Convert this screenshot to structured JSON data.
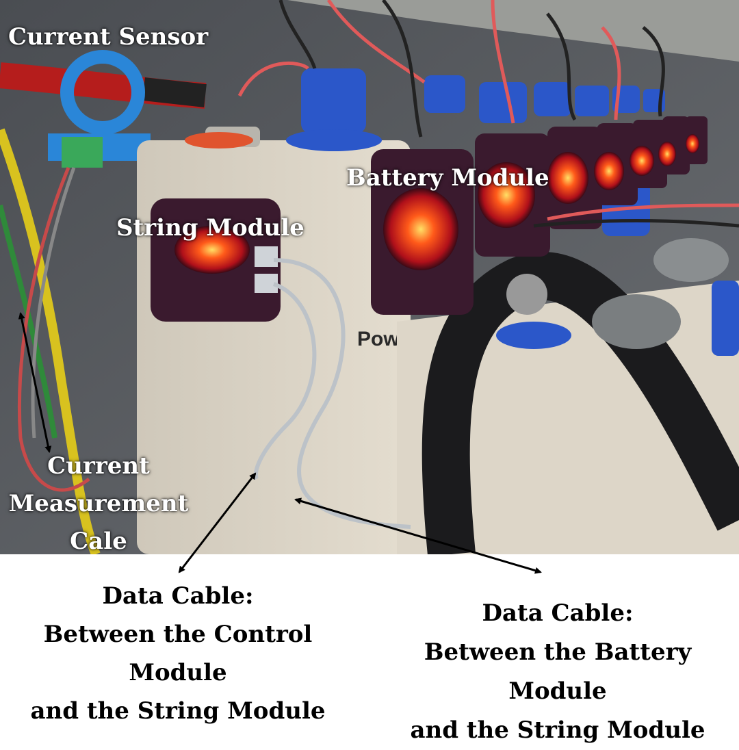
{
  "labels": {
    "current_sensor": "Current Sensor",
    "string_module": "String Module",
    "battery_module": "Battery Module",
    "current_measurement_cable": [
      "Current",
      "Measurement",
      "Cale"
    ]
  },
  "captions": {
    "control_to_string": [
      "Data Cable:",
      "Between the Control",
      "Module",
      "and the String Module"
    ],
    "battery_to_string": [
      "Data Cable:",
      "Between the Battery Module",
      "and the String Module"
    ]
  },
  "photo_text": {
    "battery_brand": "PowerS"
  },
  "colors": {
    "label_text": "#ffffff",
    "caption_text": "#000000",
    "arrow": "#000000",
    "module_glow": "#ff2a1a",
    "terminal_cap": "#2b57c9",
    "battery_case": "#d9d2c4",
    "cable_red": "#c0201e"
  }
}
